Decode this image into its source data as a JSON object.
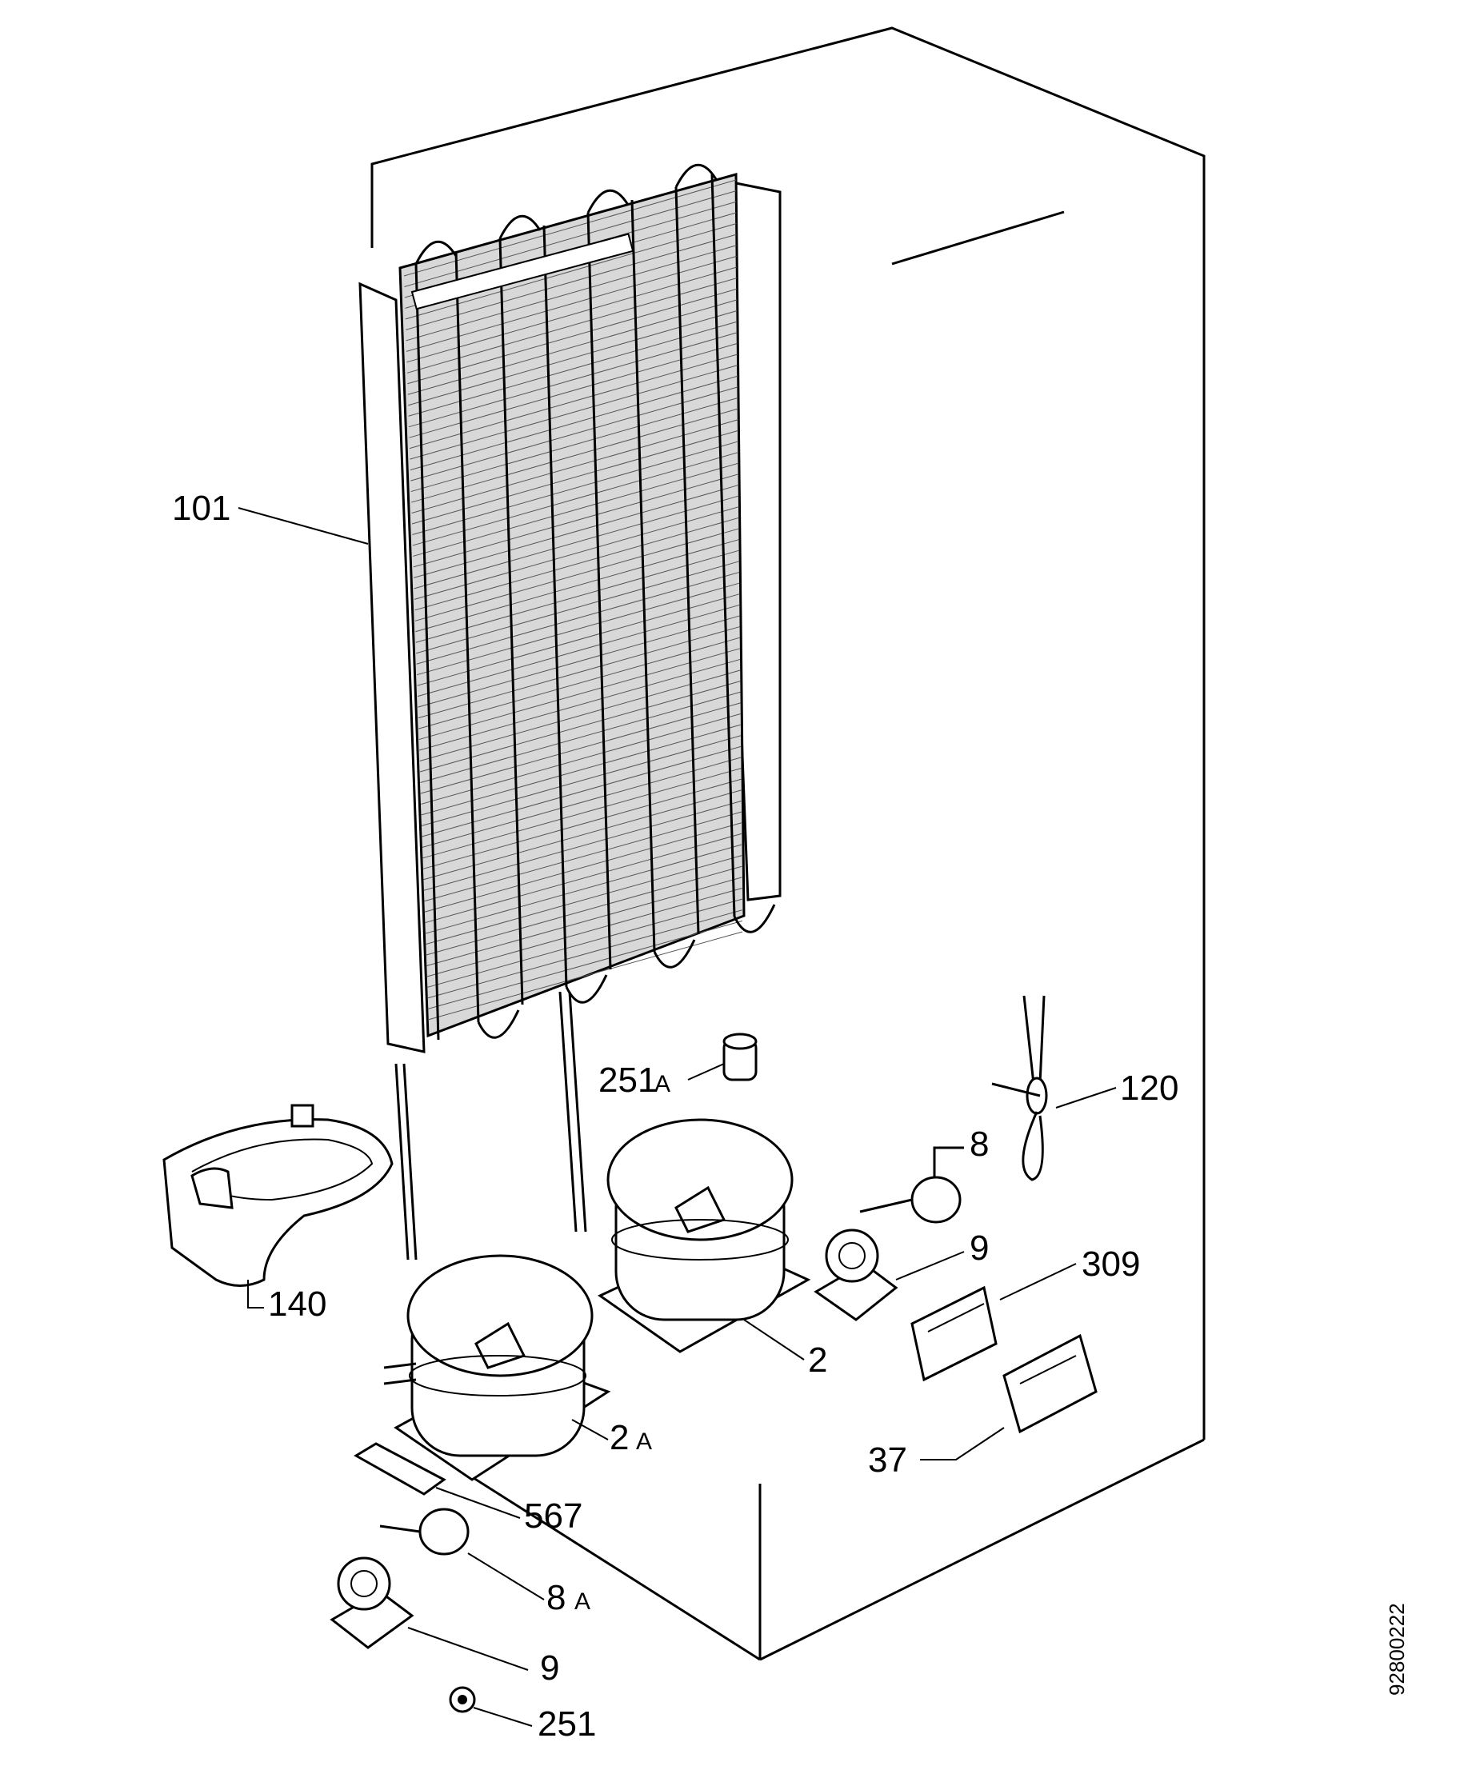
{
  "labels": {
    "l101": "101",
    "l251A_num": "251",
    "l251A_suf": "A",
    "l120": "120",
    "l8": "8",
    "l9_top": "9",
    "l309": "309",
    "l140": "140",
    "l2": "2",
    "l2A_num": "2",
    "l2A_suf": "A",
    "l37": "37",
    "l567": "567",
    "l8A_num": "8",
    "l8A_suf": "A",
    "l9_bottom": "9",
    "l251": "251"
  },
  "reference_number": "92800222"
}
